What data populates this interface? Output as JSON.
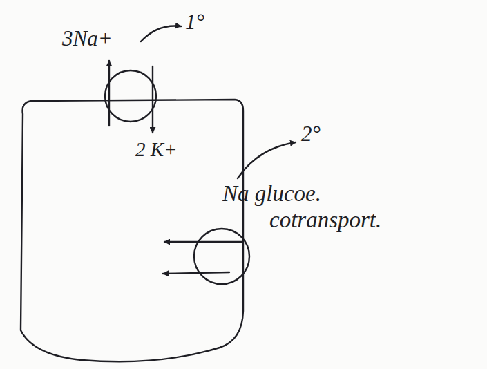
{
  "diagram": {
    "labels": [
      "3Na+",
      "1°",
      "2 K+",
      "Na glucoe. cotransport.",
      "2°"
    ]
  }
}
